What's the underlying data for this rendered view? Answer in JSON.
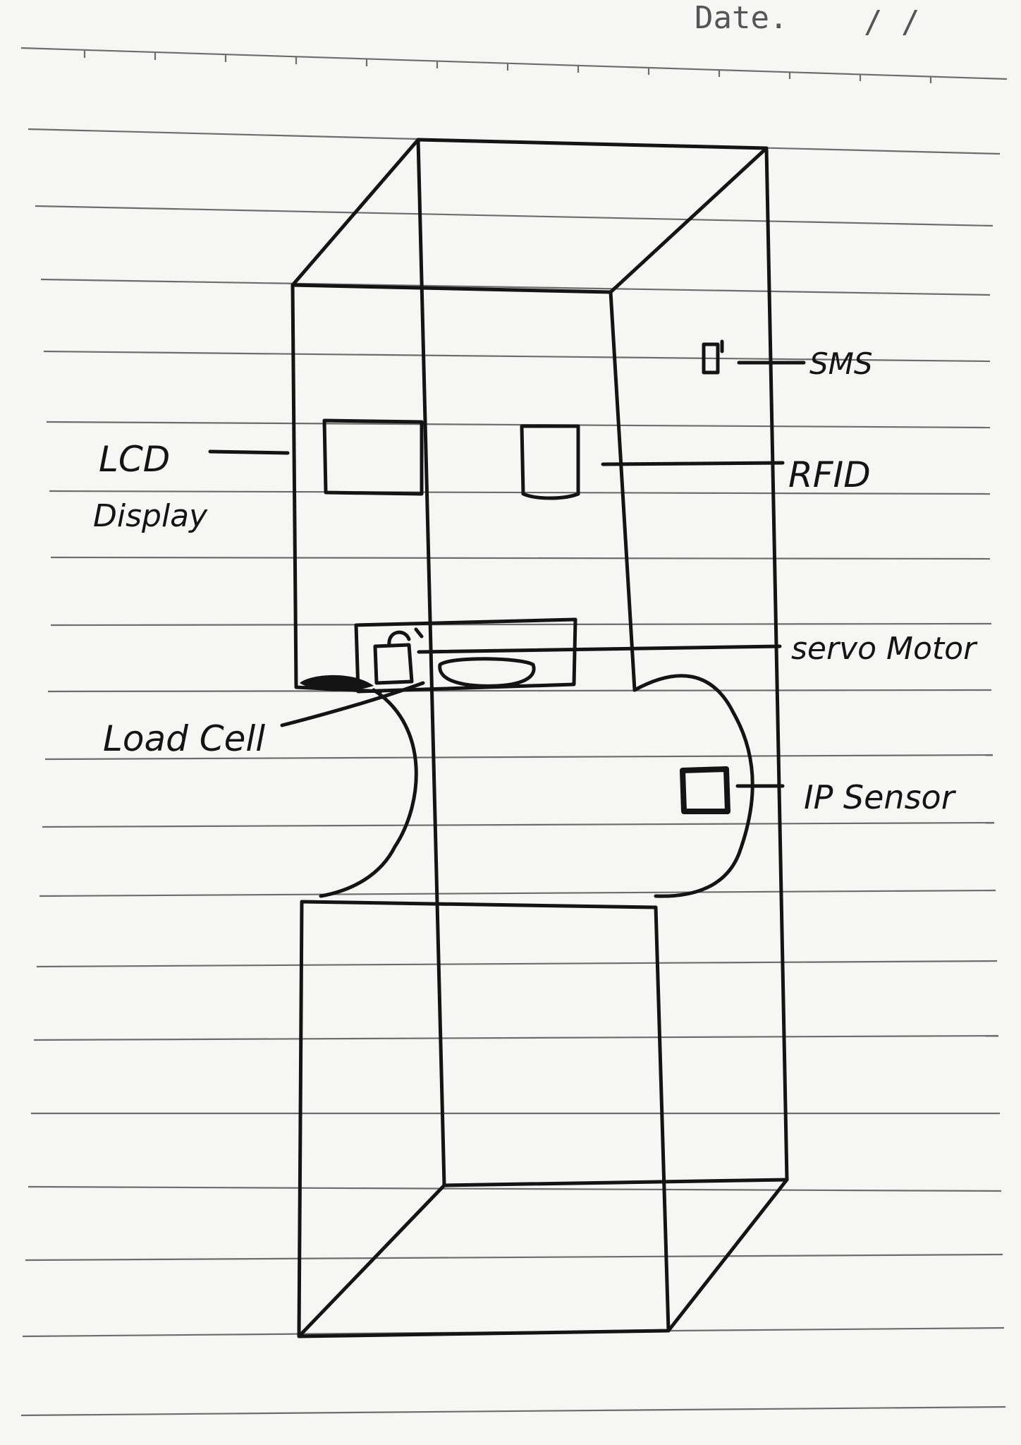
{
  "header": {
    "date_label": "Date.",
    "date_slashes": "/   /"
  },
  "labels": {
    "lcd_line1": "LCD",
    "lcd_line2": "Display",
    "sms": "SMS",
    "rfid": "RFID",
    "servo_motor": "servo Motor",
    "load_cell": "Load Cell",
    "ip_sensor": "IP Sensor"
  }
}
